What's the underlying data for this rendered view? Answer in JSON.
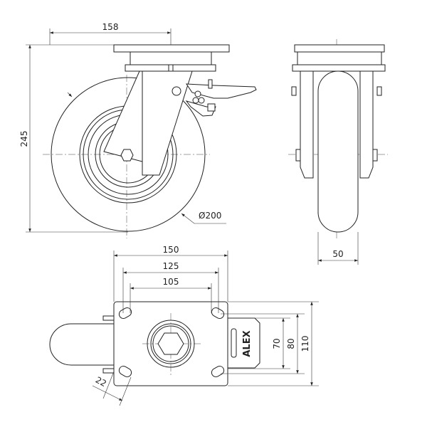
{
  "drawing": {
    "front_view": {
      "width_dim": "158",
      "height_dim": "245",
      "diameter_dim": "Ø200"
    },
    "side_view": {
      "wheel_width_dim": "50"
    },
    "top_view": {
      "plate_length_dim": "150",
      "hole_spacing_outer_dim": "125",
      "hole_spacing_inner_dim": "105",
      "plate_width_dim": "110",
      "hole_spacing_80_dim": "80",
      "hole_spacing_70_dim": "70",
      "slot_dim": "22",
      "brake_label": "ALEX"
    },
    "line_color": "#222222"
  }
}
